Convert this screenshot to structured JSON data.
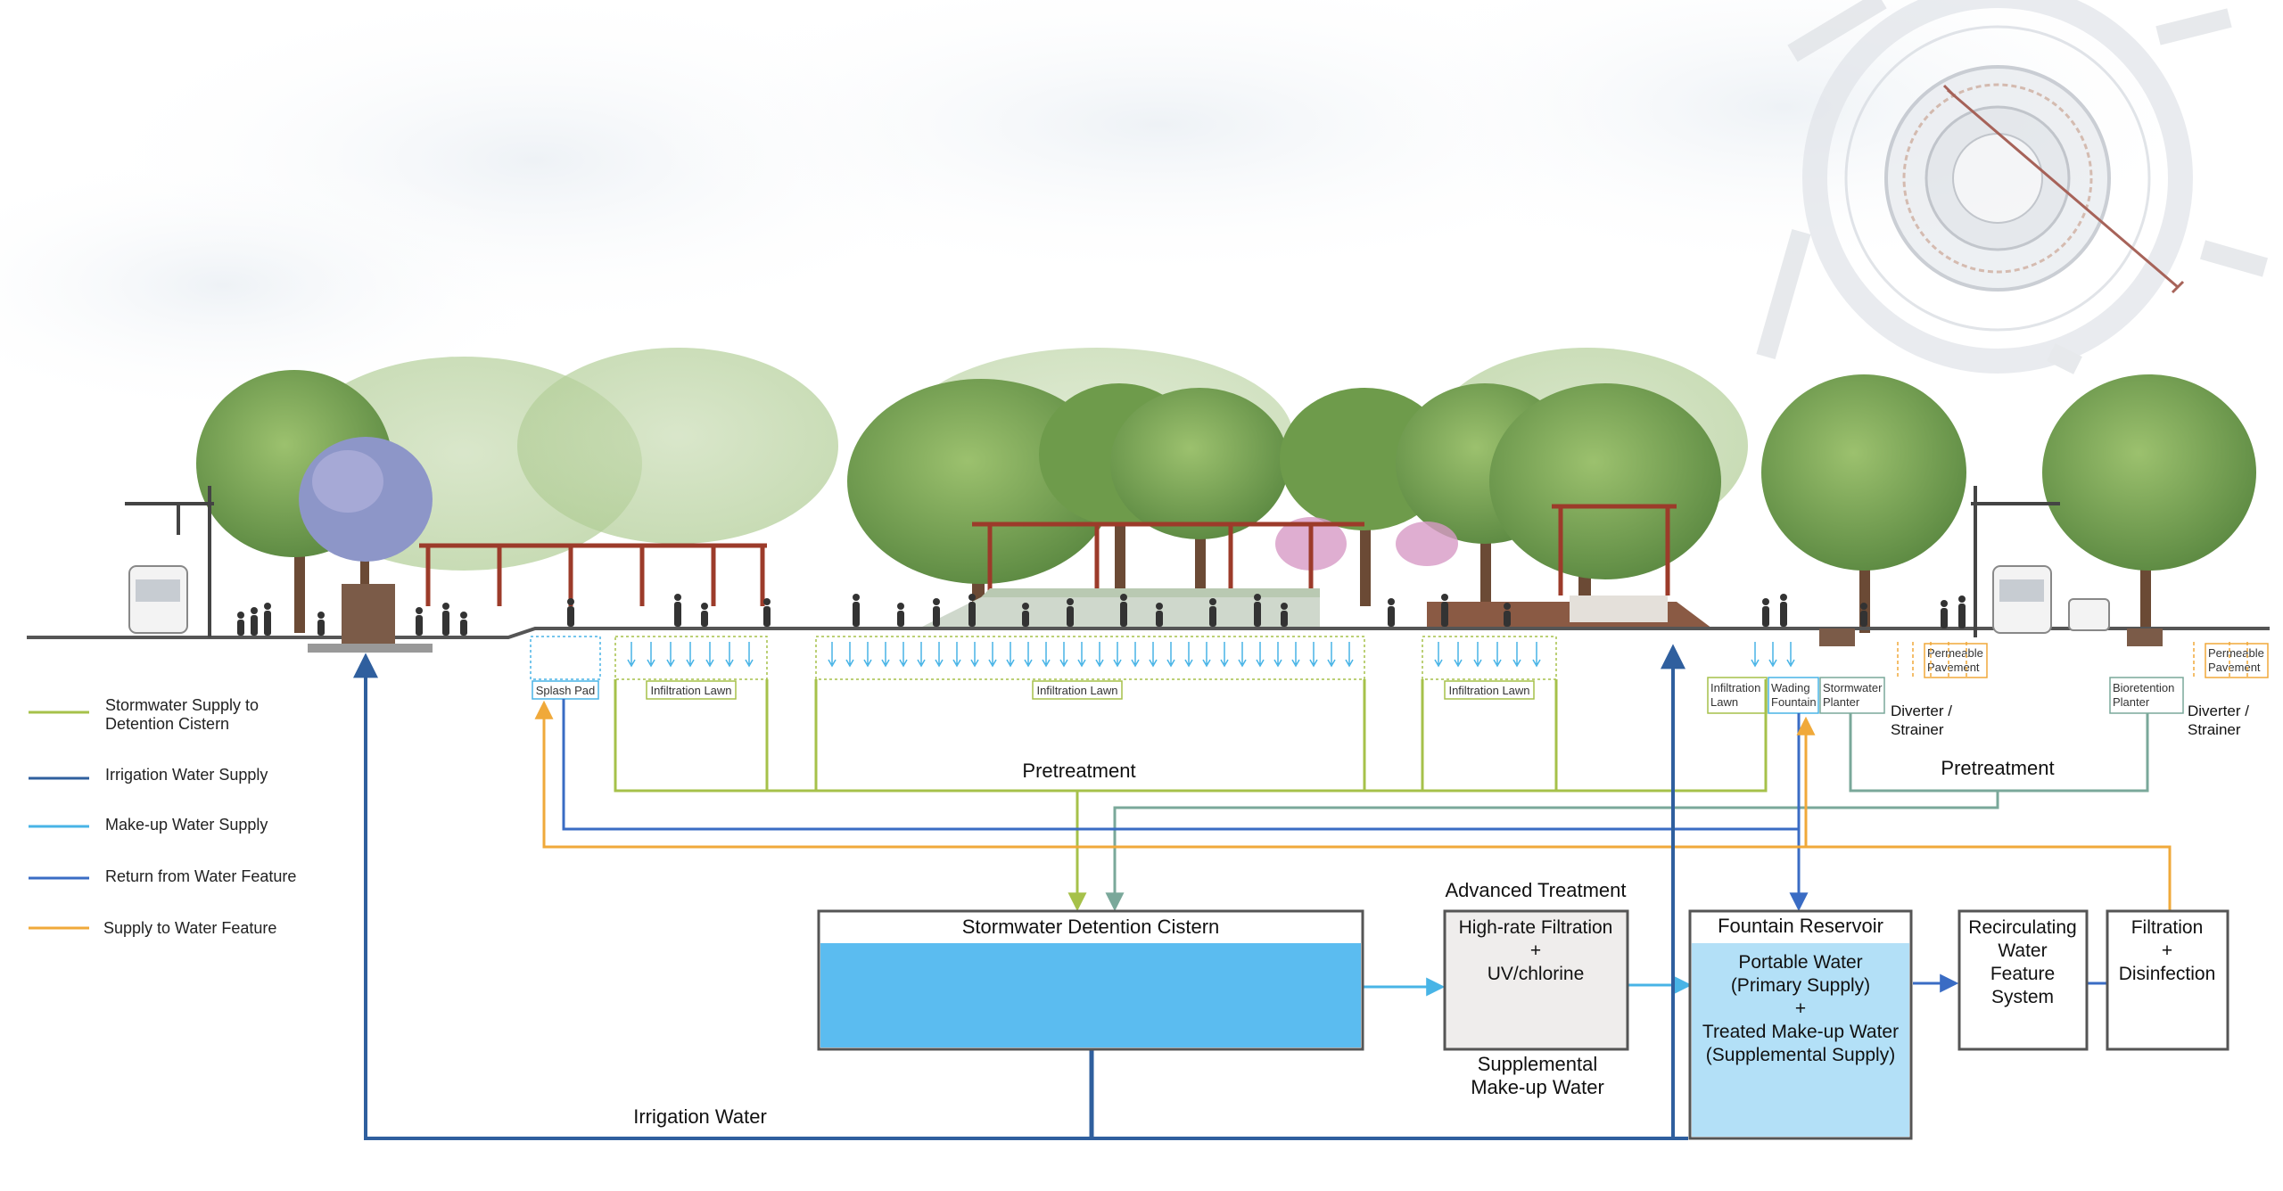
{
  "legend": [
    {
      "label_lines": [
        "Stormwater Supply to",
        "Detention Cistern"
      ],
      "color": "#a6c14a"
    },
    {
      "label_lines": [
        "Irrigation Water Supply"
      ],
      "color": "#2f5f9e"
    },
    {
      "label_lines": [
        "Make-up Water Supply"
      ],
      "color": "#48b4e6"
    },
    {
      "label_lines": [
        "Return from Water Feature"
      ],
      "color": "#3a6cc4"
    },
    {
      "label_lines": [
        "Supply to Water Feature"
      ],
      "color": "#f0a93a"
    }
  ],
  "section_labels": {
    "splash_pad": "Splash Pad",
    "infiltration_lawn": "Infiltration Lawn",
    "infiltration_lawn_small": [
      "Infiltration",
      "Lawn"
    ],
    "wading_fountain": [
      "Wading",
      "Fountain"
    ],
    "stormwater_planter": [
      "Stormwater",
      "Planter"
    ],
    "permeable_pavement": [
      "Permeable",
      "Pavement"
    ],
    "bioretention_planter": [
      "Bioretention",
      "Planter"
    ],
    "diverter_strainer": [
      "Diverter /",
      "Strainer"
    ]
  },
  "flow_labels": {
    "pretreatment": "Pretreatment",
    "advanced_treatment": "Advanced Treatment",
    "supplemental": [
      "Supplemental",
      "Make-up Water"
    ],
    "irrigation_water": "Irrigation Water"
  },
  "boxes": {
    "cistern": {
      "title": "Stormwater Detention Cistern"
    },
    "filtration": {
      "lines": [
        "High-rate Filtration",
        "+",
        "UV/chlorine"
      ]
    },
    "reservoir": {
      "title": "Fountain Reservoir",
      "lines": [
        "Portable Water",
        "(Primary Supply)",
        "+",
        "Treated Make-up Water",
        "(Supplemental Supply)"
      ]
    },
    "recirculating": {
      "lines": [
        "Recirculating",
        "Water",
        "Feature",
        "System"
      ]
    },
    "disinfection": {
      "lines": [
        "Filtration",
        "+",
        "Disinfection"
      ]
    }
  },
  "colors": {
    "stormwater": "#a6c14a",
    "irrigation": "#2f5f9e",
    "makeup": "#48b4e6",
    "return": "#3a6cc4",
    "supply_feature": "#f0a93a",
    "pretreatment_gray": "#7aa89a",
    "cistern_water": "#5bbcf0",
    "reservoir_water": "#b3e0f7",
    "tree_green": "#7ea85a",
    "trunk": "#6b4a35",
    "pergola": "#9c3b2a"
  }
}
